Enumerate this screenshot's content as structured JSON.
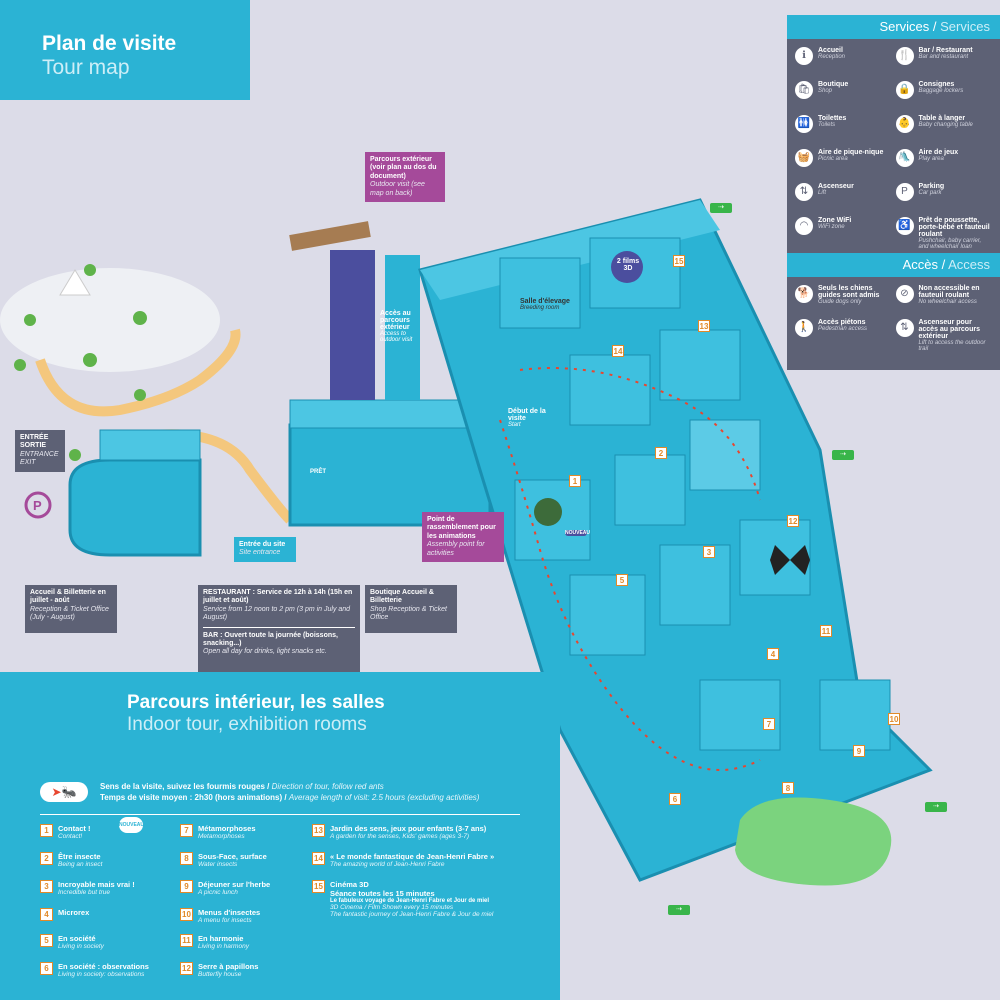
{
  "title": {
    "fr": "Plan de visite",
    "en": "Tour map"
  },
  "services": {
    "heading_fr": "Services",
    "heading_en": "Services",
    "items": [
      {
        "icon": "info-icon",
        "glyph": "ℹ",
        "name": "Accueil",
        "en": "Reception"
      },
      {
        "icon": "restaurant-icon",
        "glyph": "🍴",
        "name": "Bar / Restaurant",
        "en": "Bar and restaurant"
      },
      {
        "icon": "shop-icon",
        "glyph": "🛍",
        "name": "Boutique",
        "en": "Shop"
      },
      {
        "icon": "lockers-icon",
        "glyph": "🔒",
        "name": "Consignes",
        "en": "Baggage lockers"
      },
      {
        "icon": "toilets-icon",
        "glyph": "🚻",
        "name": "Toilettes",
        "en": "Toilets"
      },
      {
        "icon": "baby-change-icon",
        "glyph": "👶",
        "name": "Table à langer",
        "en": "Baby changing table"
      },
      {
        "icon": "picnic-icon",
        "glyph": "🧺",
        "name": "Aire de pique-nique",
        "en": "Picnic area"
      },
      {
        "icon": "playground-icon",
        "glyph": "🛝",
        "name": "Aire de jeux",
        "en": "Play area"
      },
      {
        "icon": "lift-icon",
        "glyph": "⇅",
        "name": "Ascenseur",
        "en": "Lift"
      },
      {
        "icon": "parking-icon",
        "glyph": "P",
        "name": "Parking",
        "en": "Car park"
      },
      {
        "icon": "wifi-icon",
        "glyph": "◠",
        "name": "Zone WiFi",
        "en": "WiFi zone"
      },
      {
        "icon": "loan-icon",
        "glyph": "♿",
        "name": "Prêt de poussette, porte-bébé et fauteuil roulant",
        "en": "Pushchair, baby carrier, and wheelchair loan"
      }
    ]
  },
  "access": {
    "heading_fr": "Accès",
    "heading_en": "Access",
    "items": [
      {
        "icon": "guide-dog-icon",
        "glyph": "🐕",
        "name": "Seuls les chiens guides sont admis",
        "en": "Guide dogs only"
      },
      {
        "icon": "no-wheelchair-icon",
        "glyph": "⊘",
        "name": "Non accessible en fauteuil roulant",
        "en": "No wheelchair access"
      },
      {
        "icon": "pedestrian-icon",
        "glyph": "🚶",
        "name": "Accès piétons",
        "en": "Pedestrian access"
      },
      {
        "icon": "lift-outdoor-icon",
        "glyph": "⇅",
        "name": "Ascenseur pour accès au parcours extérieur",
        "en": "Lift to access the outdoor trail"
      }
    ]
  },
  "callouts": {
    "outdoor": {
      "fr": "Parcours extérieur (voir plan au dos du document)",
      "en": "Outdoor visit (see map on back)"
    },
    "outdoor_access": {
      "fr": "Accès au parcours extérieur",
      "en": "Access to outdoor visit"
    },
    "start": {
      "fr": "Début de la visite",
      "en": "Start"
    },
    "breeding": {
      "fr": "Salle d'élevage",
      "en": "Breeding room"
    },
    "films": {
      "fr": "2 films 3D"
    },
    "entrance": {
      "fr1": "ENTRÉE",
      "fr2": "SORTIE",
      "en1": "ENTRANCE",
      "en2": "EXIT"
    },
    "site_entrance": {
      "fr": "Entrée du site",
      "en": "Site entrance"
    },
    "assembly": {
      "fr": "Point de rassemblement pour les animations",
      "en": "Assembly point for activities"
    },
    "reception_summer": {
      "fr": "Accueil & Billetterie en juillet - août",
      "en": "Reception & Ticket Office (July - August)"
    },
    "restaurant": {
      "fr": "RESTAURANT : Service de 12h à 14h (15h en juillet et août)",
      "en": "Service from 12 noon to 2 pm (3 pm in July and August)"
    },
    "bar": {
      "fr": "BAR : Ouvert toute la journée (boissons, snacking...)",
      "en": "Open all day for drinks, light snacks etc."
    },
    "shop": {
      "fr": "Boutique Accueil & Billetterie",
      "en": "Shop Reception & Ticket Office"
    },
    "pret": "PRÊT",
    "nouveau": "NOUVEAU"
  },
  "map_numbers": [
    "1",
    "2",
    "3",
    "4",
    "5",
    "6",
    "7",
    "8",
    "9",
    "10",
    "11",
    "12",
    "13",
    "14",
    "15"
  ],
  "bottom": {
    "title_fr": "Parcours intérieur, les salles",
    "title_en": "Indoor tour, exhibition rooms",
    "direction_fr": "Sens de la visite, suivez les fourmis rouges /",
    "direction_en": "Direction of tour, follow red ants",
    "time_fr": "Temps de visite moyen : 2h30 (hors animations) /",
    "time_en": "Average length of visit: 2.5 hours (excluding activities)",
    "rooms": [
      {
        "n": "1",
        "fr": "Contact !",
        "en": "Contact!"
      },
      {
        "n": "2",
        "fr": "Être insecte",
        "en": "Being an insect"
      },
      {
        "n": "3",
        "fr": "Incroyable mais vrai !",
        "en": "Incredible but true"
      },
      {
        "n": "4",
        "fr": "Microrex",
        "en": ""
      },
      {
        "n": "5",
        "fr": "En société",
        "en": "Living in society"
      },
      {
        "n": "6",
        "fr": "En société : observations",
        "en": "Living in society: observations"
      },
      {
        "n": "7",
        "fr": "Métamorphoses",
        "en": "Metamorphoses"
      },
      {
        "n": "8",
        "fr": "Sous-Face, surface",
        "en": "Water insects"
      },
      {
        "n": "9",
        "fr": "Déjeuner sur l'herbe",
        "en": "A picnic lunch"
      },
      {
        "n": "10",
        "fr": "Menus d'insectes",
        "en": "A menu for insects"
      },
      {
        "n": "11",
        "fr": "En harmonie",
        "en": "Living in harmony"
      },
      {
        "n": "12",
        "fr": "Serre à papillons",
        "en": "Butterfly house"
      },
      {
        "n": "13",
        "fr": "Jardin des sens, jeux pour enfants (3-7 ans)",
        "en": "A garden for the senses, Kids' games (ages 3-7)"
      },
      {
        "n": "14",
        "fr": "« Le monde fantastique de Jean-Henri Fabre »",
        "en": "The amazing world of Jean-Henri Fabre"
      },
      {
        "n": "15",
        "fr": "Cinéma 3D",
        "fr2": "Séance toutes les 15 minutes",
        "fr3": "Le fabuleux voyage de Jean-Henri Fabre et Jour de miel",
        "en": "3D Cinema / Film Shown every 15 minutes",
        "en2": "The fantastic journey of Jean-Henri Fabre & Jour de miel"
      }
    ]
  },
  "colors": {
    "teal": "#2bb3d4",
    "gray": "#5d6175",
    "purple": "#a54a9a",
    "orange": "#e08a2a",
    "red_ant": "#e8462f",
    "exit_green": "#39b54a"
  }
}
